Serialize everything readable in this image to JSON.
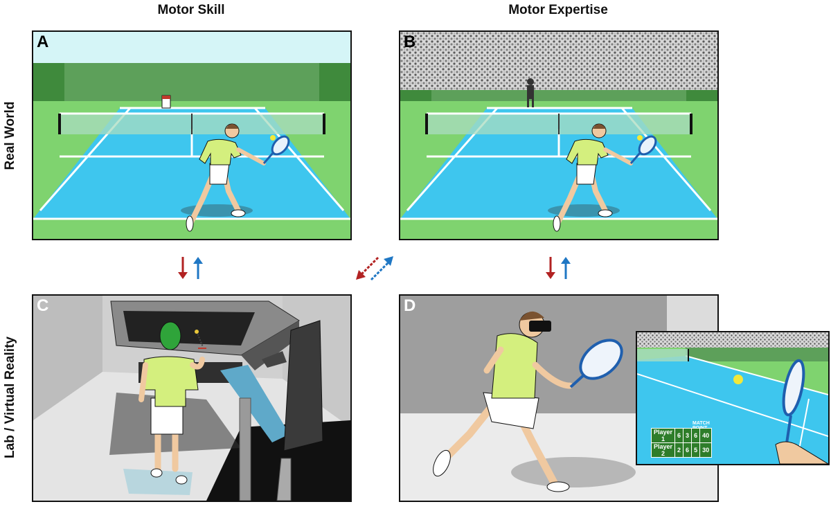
{
  "columns": {
    "left": "Motor Skill",
    "right": "Motor Expertise"
  },
  "rows": {
    "top": "Real World",
    "bottom": "Lab / Virtual Reality"
  },
  "panels": {
    "a": "A",
    "b": "B",
    "c": "C",
    "d": "D"
  },
  "scoreboard": {
    "title": "MATCH POINT",
    "players": [
      {
        "name": "Player 1",
        "scores": [
          "6",
          "3",
          "6",
          "40"
        ]
      },
      {
        "name": "Player 2",
        "scores": [
          "2",
          "6",
          "5",
          "30"
        ]
      }
    ]
  },
  "colors": {
    "arrow_down": "#b22222",
    "arrow_up": "#1f77c4",
    "court_blue": "#3ec6ee",
    "grass": "#7fd36f",
    "shirt": "#d4ef7e"
  }
}
